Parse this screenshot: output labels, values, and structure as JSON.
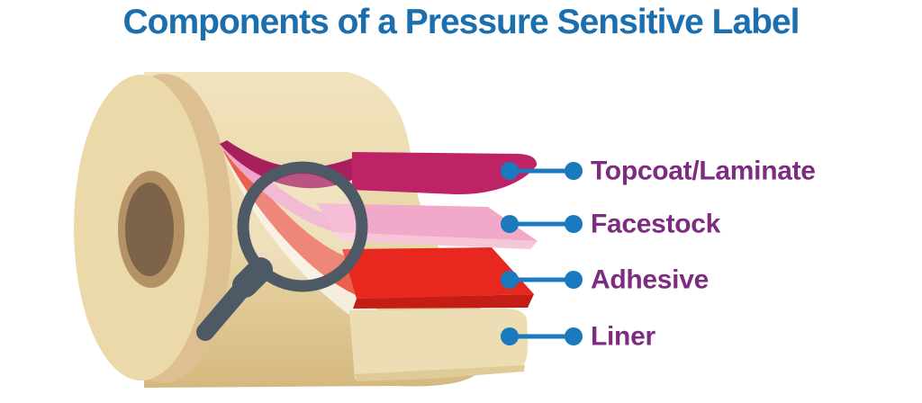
{
  "title": "Components of a Pressure Sensitive Label",
  "diagram": {
    "layers": [
      {
        "id": "topcoat",
        "label": "Topcoat/Laminate"
      },
      {
        "id": "facestock",
        "label": "Facestock"
      },
      {
        "id": "adhesive",
        "label": "Adhesive"
      },
      {
        "id": "liner",
        "label": "Liner"
      }
    ],
    "icons": {
      "magnifier": "magnifying-glass-icon"
    }
  },
  "colors": {
    "background": "#FFFFFF",
    "title_blue": "#1C6FAE",
    "label_purple": "#7E2C80",
    "connector_blue": "#1B79BE",
    "topcoat_main": "#BE2368",
    "topcoat_dark": "#8F1A53",
    "facestock_main": "#F2A9C9",
    "facestock_edge": "#F5C5D8",
    "adhesive_main": "#E8271F",
    "adhesive_dark": "#C41D15",
    "liner_main": "#ECDDB4",
    "liner_edge": "#DFCB97",
    "roll_body_top": "#F1E3BE",
    "roll_body_mid": "#E9D6A6",
    "roll_body_bottom": "#D5B87F",
    "roll_face": "#ECD9A9",
    "roll_face_shadow": "#DCC091",
    "roll_ring": "#B59166",
    "roll_core": "#7C6349",
    "peel_magenta": "#A81F5D",
    "peel_pink": "#F0A6C6",
    "peel_salmon": "#E9604F",
    "peel_cream": "#F6EEDD",
    "magnifier_gray": "#4D5A66"
  }
}
